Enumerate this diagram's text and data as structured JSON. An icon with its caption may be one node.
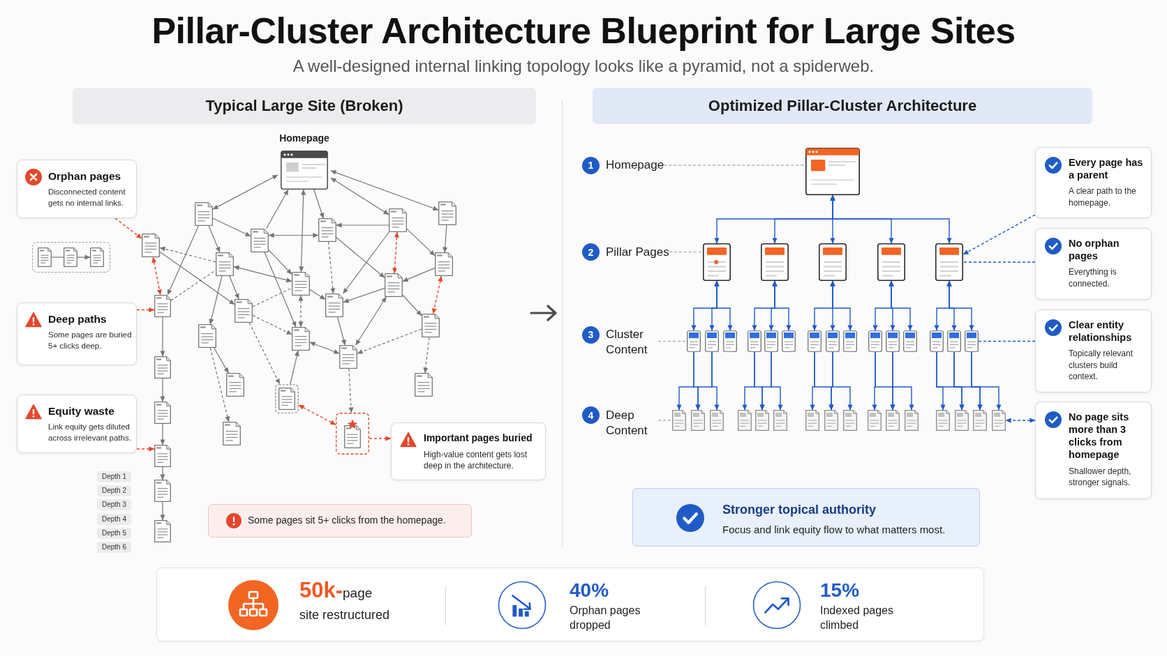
{
  "diagram": {
    "title": "Pillar-Cluster Architecture Blueprint for Large Sites",
    "nodes": [
      {
        "text": [
          "Typical Large Site (Broken)"
        ]
      },
      {
        "text": [
          "Orphan pages",
          "Disconnected content gets no internal links."
        ]
      },
      {
        "text": [],
        "shape": "box"
      },
      {
        "text": [],
        "shape": "picture",
        "in": 2
      },
      {
        "text": [],
        "shape": "picture",
        "in": 2
      },
      {
        "text": [],
        "shape": "picture",
        "in": 2
      },
      {
        "text": [
          "Deep paths",
          "Some pages are buried 5+ clicks deep."
        ]
      },
      {
        "text": [
          "Equity waste",
          "Link equity gets diluted across irrelevant paths."
        ]
      },
      {
        "text": [
          "Homepage"
        ]
      },
      {
        "text": [],
        "shape": "picture"
      },
      {
        "text": [],
        "shape": "picture"
      },
      {
        "text": [],
        "shape": "picture"
      },
      {
        "text": [],
        "shape": "picture"
      },
      {
        "text": [],
        "shape": "picture"
      },
      {
        "text": [],
        "shape": "picture"
      },
      {
        "text": [],
        "shape": "picture"
      },
      {
        "text": [],
        "shape": "picture"
      },
      {
        "text": [],
        "shape": "picture"
      },
      {
        "text": [],
        "shape": "picture"
      },
      {
        "text": [],
        "shape": "picture"
      },
      {
        "text": [],
        "shape": "picture"
      },
      {
        "text": [],
        "shape": "picture"
      },
      {
        "text": [],
        "shape": "picture"
      },
      {
        "text": [],
        "shape": "picture"
      },
      {
        "text": [],
        "shape": "picture"
      },
      {
        "text": [],
        "shape": "picture"
      },
      {
        "text": [],
        "shape": "picture"
      },
      {
        "text": [],
        "shape": "picture"
      },
      {
        "text": [],
        "shape": "picture"
      },
      {
        "text": [],
        "shape": "picture"
      },
      {
        "text": [],
        "shape": "picture"
      },
      {
        "text": [],
        "shape": "picture"
      },
      {
        "text": [],
        "shape": "picture"
      },
      {
        "text": [
          "Important pages buried",
          "High-value content gets lost deep in the architecture."
        ]
      },
      {
        "text": [],
        "shape": "picture"
      },
      {
        "text": [],
        "shape": "picture"
      },
      {
        "text": [
          "Some pages sit 5+ clicks from the homepage."
        ]
      },
      {
        "text": [],
        "shape": "picture"
      },
      {
        "text": [
          "Optimized Pillar-Cluster Architecture"
        ]
      },
      {
        "text": [
          "1",
          "Homepage"
        ]
      },
      {
        "text": [],
        "shape": "picture"
      },
      {
        "text": [
          "Every page has a parent",
          "A clear path to the homepage."
        ]
      },
      {
        "text": [
          "2",
          "Pillar Pages"
        ]
      },
      {
        "text": [],
        "shape": "picture"
      },
      {
        "text": [],
        "shape": "picture"
      },
      {
        "text": [],
        "shape": "picture"
      },
      {
        "text": [],
        "shape": "picture"
      },
      {
        "text": [],
        "shape": "picture"
      },
      {
        "text": [
          "No orphan pages",
          "Everything is connected."
        ]
      },
      {
        "text": [
          "3",
          "Cluster Content"
        ]
      },
      {
        "text": [],
        "shape": "picture"
      },
      {
        "text": [],
        "shape": "picture"
      },
      {
        "text": [],
        "shape": "picture"
      },
      {
        "text": [],
        "shape": "picture"
      },
      {
        "text": [],
        "shape": "picture"
      },
      {
        "text": [],
        "shape": "picture"
      },
      {
        "text": [],
        "shape": "picture"
      },
      {
        "text": [],
        "shape": "picture"
      },
      {
        "text": [],
        "shape": "picture"
      },
      {
        "text": [],
        "shape": "picture"
      },
      {
        "text": [],
        "shape": "picture"
      },
      {
        "text": [],
        "shape": "picture"
      },
      {
        "text": [],
        "shape": "picture"
      },
      {
        "text": [],
        "shape": "picture"
      },
      {
        "text": [],
        "shape": "picture"
      },
      {
        "text": [
          "Clear entity relationships",
          "Topically relevant clusters build context."
        ]
      },
      {
        "text": [
          "4",
          "Deep Content"
        ]
      },
      {
        "text": [],
        "shape": "picture"
      },
      {
        "text": [],
        "shape": "picture"
      },
      {
        "text": [],
        "shape": "picture"
      },
      {
        "text": [],
        "shape": "picture"
      },
      {
        "text": [],
        "shape": "picture"
      },
      {
        "text": [],
        "shape": "picture"
      },
      {
        "text": [],
        "shape": "picture"
      },
      {
        "text": [],
        "shape": "picture"
      },
      {
        "text": [],
        "shape": "picture"
      },
      {
        "text": [],
        "shape": "picture"
      },
      {
        "text": [],
        "shape": "picture"
      },
      {
        "text": [],
        "shape": "picture"
      },
      {
        "text": [],
        "shape": "picture"
      },
      {
        "text": [],
        "shape": "picture"
      },
      {
        "text": [],
        "shape": "picture"
      },
      {
        "text": [],
        "shape": "picture"
      },
      {
        "text": [
          "No page sits more than 3 clicks from homepage",
          "Shallower depth, stronger signals."
        ]
      },
      {
        "text": [
          "Stronger topical authority",
          "Focus and link equity flow to what matters most."
        ]
      },
      {
        "text": [
          "**50k-**page",
          "site restructured",
          "40%",
          "Orphan pages dropped",
          "15%",
          "Indexed pages climbed"
        ]
      }
    ],
    "edges": [
      {
        "from": 1,
        "to": 14,
        "arrow": "to",
        "style": "dashed",
        "color": "#e4472b"
      },
      {
        "from": 3,
        "to": 4,
        "arrow": "none"
      },
      {
        "from": 4,
        "to": 5,
        "arrow": "to"
      },
      {
        "from": 6,
        "to": 19,
        "arrow": "to",
        "style": "dashed",
        "color": "#e4472b"
      },
      {
        "from": 7,
        "to": 34,
        "arrow": "to",
        "style": "dashed",
        "color": "#e4472b"
      },
      {
        "from": 8,
        "to": 9,
        "arrow": "both"
      },
      {
        "from": 8,
        "to": 12,
        "arrow": "both"
      },
      {
        "from": 8,
        "to": 13,
        "arrow": "both"
      },
      {
        "from": 8,
        "to": 11,
        "arrow": "to"
      },
      {
        "from": 10,
        "to": 8,
        "arrow": "to"
      },
      {
        "from": 8,
        "to": 16,
        "arrow": "both"
      },
      {
        "from": 9,
        "to": 10,
        "arrow": "to"
      },
      {
        "from": 9,
        "to": 15,
        "arrow": "to"
      },
      {
        "from": 9,
        "to": 19,
        "arrow": "to"
      },
      {
        "from": 10,
        "to": 11,
        "arrow": "both"
      },
      {
        "from": 12,
        "to": 11,
        "arrow": "to"
      },
      {
        "from": 15,
        "to": 14,
        "arrow": "to",
        "style": "dashed"
      },
      {
        "from": 14,
        "to": 19,
        "arrow": "both",
        "style": "dashed",
        "color": "#e4472b"
      },
      {
        "from": 14,
        "to": 20,
        "arrow": "to"
      },
      {
        "from": 19,
        "to": 15,
        "arrow": "none",
        "style": "dashed"
      },
      {
        "from": 15,
        "to": 16,
        "arrow": "both"
      },
      {
        "from": 15,
        "to": 23,
        "arrow": "to"
      },
      {
        "from": 15,
        "to": 20,
        "arrow": "to"
      },
      {
        "from": 10,
        "to": 16,
        "arrow": "to"
      },
      {
        "from": 10,
        "to": 24,
        "arrow": "to"
      },
      {
        "from": 11,
        "to": 21,
        "arrow": "to",
        "style": "dashed"
      },
      {
        "from": 11,
        "to": 17,
        "arrow": "to"
      },
      {
        "from": 12,
        "to": 21,
        "arrow": "to"
      },
      {
        "from": 12,
        "to": 17,
        "arrow": "both",
        "style": "dashed",
        "color": "#e4472b"
      },
      {
        "from": 13,
        "to": 18,
        "arrow": "to"
      },
      {
        "from": 12,
        "to": 18,
        "arrow": "to"
      },
      {
        "from": 18,
        "to": 17,
        "arrow": "to"
      },
      {
        "from": 18,
        "to": 22,
        "arrow": "both",
        "style": "dashed",
        "color": "#e4472b"
      },
      {
        "from": 17,
        "to": 21,
        "arrow": "to"
      },
      {
        "from": 16,
        "to": 21,
        "arrow": "to"
      },
      {
        "from": 20,
        "to": 16,
        "arrow": "none",
        "style": "dashed"
      },
      {
        "from": 16,
        "to": 24,
        "arrow": "both",
        "style": "dashed"
      },
      {
        "from": 17,
        "to": 22,
        "arrow": "to"
      },
      {
        "from": 24,
        "to": 25,
        "arrow": "both"
      },
      {
        "from": 21,
        "to": 25,
        "arrow": "to"
      },
      {
        "from": 17,
        "to": 25,
        "arrow": "both"
      },
      {
        "from": 22,
        "to": 25,
        "arrow": "to",
        "style": "dashed"
      },
      {
        "from": 20,
        "to": 24,
        "arrow": "to",
        "style": "dashed"
      },
      {
        "from": 23,
        "to": 27,
        "arrow": "to"
      },
      {
        "from": 23,
        "to": 31,
        "arrow": "to",
        "style": "dashed"
      },
      {
        "from": 20,
        "to": 28,
        "arrow": "to",
        "style": "dashed"
      },
      {
        "from": 28,
        "to": 24,
        "arrow": "to"
      },
      {
        "from": 25,
        "to": 32,
        "arrow": "to",
        "style": "dashed"
      },
      {
        "from": 22,
        "to": 29,
        "arrow": "to",
        "style": "dashed"
      },
      {
        "from": 28,
        "to": 32,
        "arrow": "both",
        "style": "dashed",
        "color": "#e4472b"
      },
      {
        "from": 32,
        "to": 33,
        "arrow": "to",
        "style": "dashed",
        "color": "#e4472b"
      },
      {
        "from": 19,
        "to": 26,
        "arrow": "to"
      },
      {
        "from": 26,
        "to": 30,
        "arrow": "to"
      },
      {
        "from": 30,
        "to": 34,
        "arrow": "to"
      },
      {
        "from": 34,
        "to": 35,
        "arrow": "to"
      },
      {
        "from": 35,
        "to": 37,
        "arrow": "to"
      },
      {
        "from": 39,
        "to": 40,
        "arrow": "none",
        "style": "dashed",
        "color": "#b3b3b3"
      },
      {
        "from": 42,
        "to": 43,
        "arrow": "none",
        "style": "dashed",
        "color": "#b3b3b3"
      },
      {
        "from": 49,
        "to": 50,
        "arrow": "none",
        "style": "dashed",
        "color": "#b3b3b3"
      },
      {
        "from": 66,
        "to": 67,
        "arrow": "none",
        "style": "dashed",
        "color": "#b3b3b3"
      },
      {
        "from": 40,
        "to": 43,
        "arrow": "both",
        "color": "#1f5bc6"
      },
      {
        "from": 40,
        "to": 44,
        "arrow": "both",
        "color": "#1f5bc6"
      },
      {
        "from": 40,
        "to": 45,
        "arrow": "both",
        "color": "#1f5bc6"
      },
      {
        "from": 40,
        "to": 46,
        "arrow": "both",
        "color": "#1f5bc6"
      },
      {
        "from": 40,
        "to": 47,
        "arrow": "both",
        "color": "#1f5bc6"
      },
      {
        "from": 43,
        "to": 50,
        "arrow": "both",
        "color": "#1f5bc6"
      },
      {
        "from": 43,
        "to": 51,
        "arrow": "both",
        "color": "#1f5bc6"
      },
      {
        "from": 43,
        "to": 52,
        "arrow": "both",
        "color": "#1f5bc6"
      },
      {
        "from": 44,
        "to": 53,
        "arrow": "both",
        "color": "#1f5bc6"
      },
      {
        "from": 44,
        "to": 54,
        "arrow": "both",
        "color": "#1f5bc6"
      },
      {
        "from": 44,
        "to": 55,
        "arrow": "both",
        "color": "#1f5bc6"
      },
      {
        "from": 45,
        "to": 56,
        "arrow": "both",
        "color": "#1f5bc6"
      },
      {
        "from": 45,
        "to": 57,
        "arrow": "both",
        "color": "#1f5bc6"
      },
      {
        "from": 45,
        "to": 58,
        "arrow": "both",
        "color": "#1f5bc6"
      },
      {
        "from": 46,
        "to": 59,
        "arrow": "both",
        "color": "#1f5bc6"
      },
      {
        "from": 46,
        "to": 60,
        "arrow": "both",
        "color": "#1f5bc6"
      },
      {
        "from": 46,
        "to": 61,
        "arrow": "both",
        "color": "#1f5bc6"
      },
      {
        "from": 47,
        "to": 62,
        "arrow": "both",
        "color": "#1f5bc6"
      },
      {
        "from": 47,
        "to": 63,
        "arrow": "both",
        "color": "#1f5bc6"
      },
      {
        "from": 47,
        "to": 64,
        "arrow": "both",
        "color": "#1f5bc6"
      },
      {
        "from": 50,
        "to": 67,
        "arrow": "to",
        "color": "#1f5bc6"
      },
      {
        "from": 50,
        "to": 68,
        "arrow": "to",
        "color": "#1f5bc6"
      },
      {
        "from": 51,
        "to": 68,
        "arrow": "to",
        "color": "#1f5bc6"
      },
      {
        "from": 51,
        "to": 69,
        "arrow": "to",
        "color": "#1f5bc6"
      },
      {
        "from": 53,
        "to": 70,
        "arrow": "to",
        "color": "#1f5bc6"
      },
      {
        "from": 53,
        "to": 71,
        "arrow": "to",
        "color": "#1f5bc6"
      },
      {
        "from": 54,
        "to": 71,
        "arrow": "to",
        "color": "#1f5bc6"
      },
      {
        "from": 54,
        "to": 72,
        "arrow": "to",
        "color": "#1f5bc6"
      },
      {
        "from": 56,
        "to": 73,
        "arrow": "to",
        "color": "#1f5bc6"
      },
      {
        "from": 56,
        "to": 74,
        "arrow": "to",
        "color": "#1f5bc6"
      },
      {
        "from": 57,
        "to": 74,
        "arrow": "to",
        "color": "#1f5bc6"
      },
      {
        "from": 57,
        "to": 75,
        "arrow": "to",
        "color": "#1f5bc6"
      },
      {
        "from": 59,
        "to": 76,
        "arrow": "to",
        "color": "#1f5bc6"
      },
      {
        "from": 59,
        "to": 77,
        "arrow": "to",
        "color": "#1f5bc6"
      },
      {
        "from": 60,
        "to": 77,
        "arrow": "to",
        "color": "#1f5bc6"
      },
      {
        "from": 60,
        "to": 78,
        "arrow": "to",
        "color": "#1f5bc6"
      },
      {
        "from": 62,
        "to": 79,
        "arrow": "to",
        "color": "#1f5bc6"
      },
      {
        "from": 62,
        "to": 80,
        "arrow": "to",
        "color": "#1f5bc6"
      },
      {
        "from": 63,
        "to": 80,
        "arrow": "to",
        "color": "#1f5bc6"
      },
      {
        "from": 63,
        "to": 81,
        "arrow": "to",
        "color": "#1f5bc6"
      },
      {
        "from": 64,
        "to": 81,
        "arrow": "to",
        "color": "#1f5bc6"
      },
      {
        "from": 64,
        "to": 82,
        "arrow": "to",
        "color": "#1f5bc6"
      },
      {
        "from": 41,
        "to": 47,
        "arrow": "to",
        "style": "dashed",
        "color": "#1f5bc6"
      },
      {
        "from": 48,
        "to": 47,
        "arrow": "none",
        "style": "dashed",
        "color": "#1f5bc6"
      },
      {
        "from": 65,
        "to": 64,
        "arrow": "none",
        "style": "dashed",
        "color": "#1f5bc6"
      },
      {
        "from": 83,
        "to": 82,
        "arrow": "both",
        "style": "dashed",
        "color": "#1f5bc6"
      }
    ],
    "labels": [
      "A well-designed internal linking topology looks like a pyramid, not a spiderweb.",
      "Depth 1",
      "Depth 2",
      "Depth 3",
      "Depth 4",
      "Depth 5",
      "Depth 6"
    ]
  }
}
